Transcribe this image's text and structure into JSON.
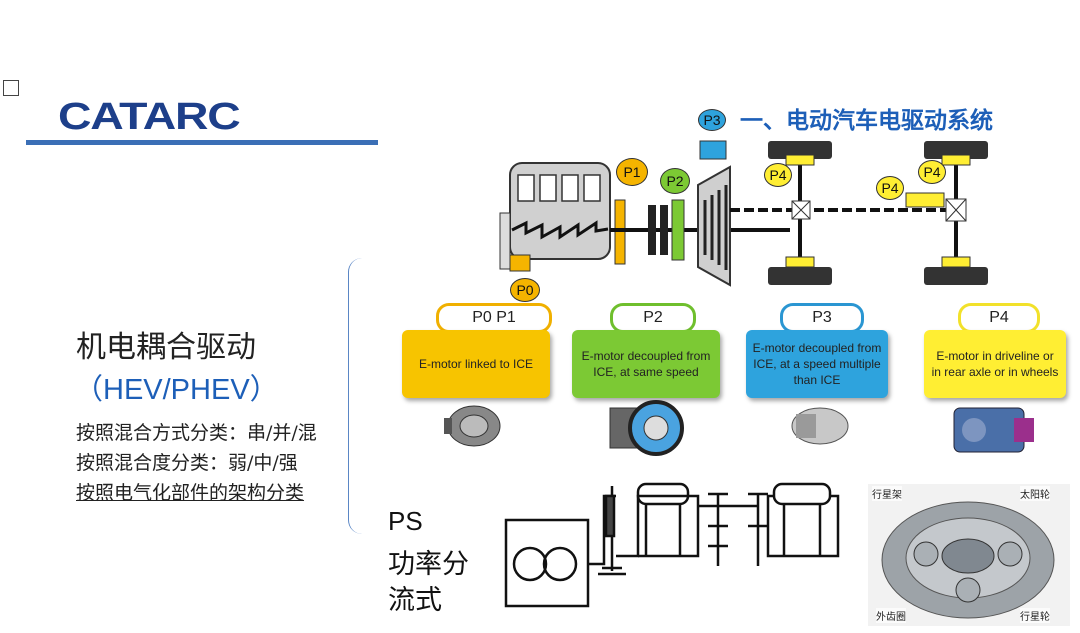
{
  "header": {
    "logo_text": "CATARC",
    "section_title": "一、电动汽车电驱动系统"
  },
  "powertrain": {
    "tags": {
      "p0": "P0",
      "p1": "P1",
      "p2": "P2",
      "p3": "P3",
      "p4a": "P4",
      "p4b": "P4",
      "p4c": "P4"
    },
    "colors": {
      "p0": "#f5b400",
      "p1": "#f5b400",
      "p2": "#7cc934",
      "p3": "#2ea3dd",
      "p4": "#ffee33"
    }
  },
  "left": {
    "title": "机电耦合驱动",
    "subtitle": "（HEV/PHEV）",
    "lines": [
      "按照混合方式分类：串/并/混",
      "按照混合度分类：弱/中/强",
      "按照电气化部件的架构分类"
    ]
  },
  "categories": [
    {
      "label": "P0    P1",
      "desc": "E-motor linked to ICE",
      "color": "#f7c400",
      "ring": "#f0b000"
    },
    {
      "label": "P2",
      "desc": "E-motor decoupled from ICE, at same speed",
      "color": "#7cc934",
      "ring": "#6fbf2d"
    },
    {
      "label": "P3",
      "desc": "E-motor decoupled from ICE, at a speed multiple than ICE",
      "color": "#2ea3dd",
      "ring": "#2a96d2"
    },
    {
      "label": "P4",
      "desc": "E-motor in driveline or in rear axle or in wheels",
      "color": "#ffee33",
      "ring": "#f2e12a"
    }
  ],
  "power_split": {
    "label": "PS",
    "sub_line1": "功率分",
    "sub_line2": "流式"
  },
  "planetary": {
    "carrier": "行星架",
    "sun": "太阳轮",
    "ring": "外齿圈",
    "planet": "行星轮"
  }
}
